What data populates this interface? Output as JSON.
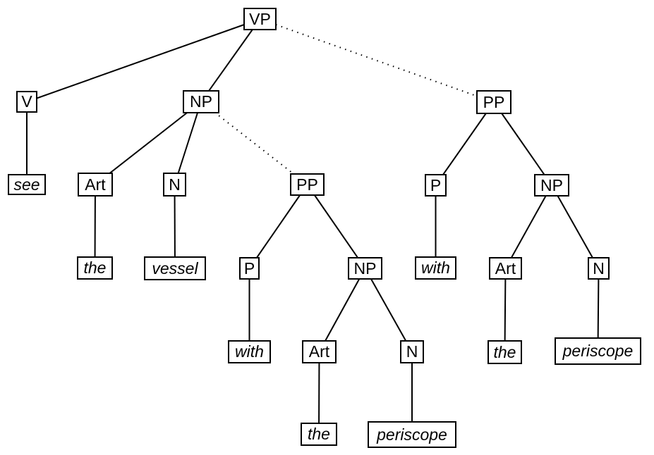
{
  "diagram": {
    "type": "syntax-tree",
    "description": "Parse tree with two alternative (dotted) PP attachments",
    "colors": {
      "background": "#ffffff",
      "box_border": "#000000",
      "line": "#000000",
      "text": "#000000"
    },
    "edge_styles": [
      "solid",
      "dotted"
    ],
    "nodes": [
      {
        "id": "vp",
        "label": "VP",
        "italic": false
      },
      {
        "id": "v",
        "label": "V",
        "italic": false
      },
      {
        "id": "np-object",
        "label": "NP",
        "italic": false
      },
      {
        "id": "pp-vp",
        "label": "PP",
        "italic": false
      },
      {
        "id": "see",
        "label": "see",
        "italic": true
      },
      {
        "id": "art-object",
        "label": "Art",
        "italic": false
      },
      {
        "id": "n-object",
        "label": "N",
        "italic": false
      },
      {
        "id": "pp-np",
        "label": "PP",
        "italic": false
      },
      {
        "id": "p-vp",
        "label": "P",
        "italic": false
      },
      {
        "id": "np-vp",
        "label": "NP",
        "italic": false
      },
      {
        "id": "the-object",
        "label": "the",
        "italic": true
      },
      {
        "id": "vessel",
        "label": "vessel",
        "italic": true
      },
      {
        "id": "p-np",
        "label": "P",
        "italic": false
      },
      {
        "id": "np-np",
        "label": "NP",
        "italic": false
      },
      {
        "id": "with-vp",
        "label": "with",
        "italic": true
      },
      {
        "id": "art-vp",
        "label": "Art",
        "italic": false
      },
      {
        "id": "n-vp",
        "label": "N",
        "italic": false
      },
      {
        "id": "with-np",
        "label": "with",
        "italic": true
      },
      {
        "id": "art-np",
        "label": "Art",
        "italic": false
      },
      {
        "id": "n-np",
        "label": "N",
        "italic": false
      },
      {
        "id": "the-vp",
        "label": "the",
        "italic": true
      },
      {
        "id": "periscope-vp",
        "label": "periscope",
        "italic": true
      },
      {
        "id": "the-np",
        "label": "the",
        "italic": true
      },
      {
        "id": "periscope-np",
        "label": "periscope",
        "italic": true
      }
    ],
    "edges": [
      {
        "from": "vp",
        "to": "v",
        "style": "solid"
      },
      {
        "from": "vp",
        "to": "np-object",
        "style": "solid"
      },
      {
        "from": "vp",
        "to": "pp-vp",
        "style": "dotted"
      },
      {
        "from": "v",
        "to": "see",
        "style": "solid"
      },
      {
        "from": "np-object",
        "to": "art-object",
        "style": "solid"
      },
      {
        "from": "np-object",
        "to": "n-object",
        "style": "solid"
      },
      {
        "from": "np-object",
        "to": "pp-np",
        "style": "dotted"
      },
      {
        "from": "art-object",
        "to": "the-object",
        "style": "solid"
      },
      {
        "from": "n-object",
        "to": "vessel",
        "style": "solid"
      },
      {
        "from": "pp-np",
        "to": "p-np",
        "style": "solid"
      },
      {
        "from": "pp-np",
        "to": "np-np",
        "style": "solid"
      },
      {
        "from": "p-np",
        "to": "with-np",
        "style": "solid"
      },
      {
        "from": "np-np",
        "to": "art-np",
        "style": "solid"
      },
      {
        "from": "np-np",
        "to": "n-np",
        "style": "solid"
      },
      {
        "from": "art-np",
        "to": "the-np",
        "style": "solid"
      },
      {
        "from": "n-np",
        "to": "periscope-np",
        "style": "solid"
      },
      {
        "from": "pp-vp",
        "to": "p-vp",
        "style": "solid"
      },
      {
        "from": "pp-vp",
        "to": "np-vp",
        "style": "solid"
      },
      {
        "from": "p-vp",
        "to": "with-vp",
        "style": "solid"
      },
      {
        "from": "np-vp",
        "to": "art-vp",
        "style": "solid"
      },
      {
        "from": "np-vp",
        "to": "n-vp",
        "style": "solid"
      },
      {
        "from": "art-vp",
        "to": "the-vp",
        "style": "solid"
      },
      {
        "from": "n-vp",
        "to": "periscope-vp",
        "style": "solid"
      }
    ]
  }
}
